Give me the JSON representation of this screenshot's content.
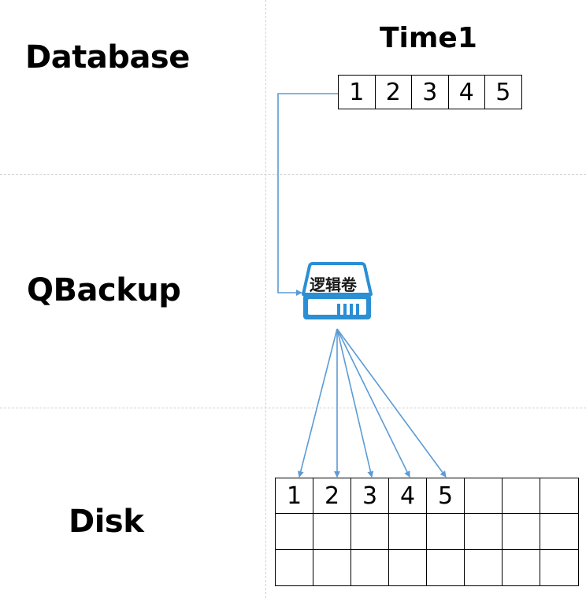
{
  "rows": {
    "database": "Database",
    "qbackup": "QBackup",
    "disk": "Disk"
  },
  "database_section": {
    "title": "Time1",
    "cells": [
      "1",
      "2",
      "3",
      "4",
      "5"
    ]
  },
  "volume": {
    "label": "逻辑卷",
    "icon": "storage-drive-icon",
    "color": "#2a8fd4"
  },
  "disk_grid": {
    "rows": [
      [
        "1",
        "2",
        "3",
        "4",
        "5",
        "",
        "",
        ""
      ],
      [
        "",
        "",
        "",
        "",
        "",
        "",
        "",
        ""
      ],
      [
        "",
        "",
        "",
        "",
        "",
        "",
        "",
        ""
      ]
    ]
  },
  "colors": {
    "arrow": "#5b9bd5",
    "divider": "#d0d0d0"
  }
}
